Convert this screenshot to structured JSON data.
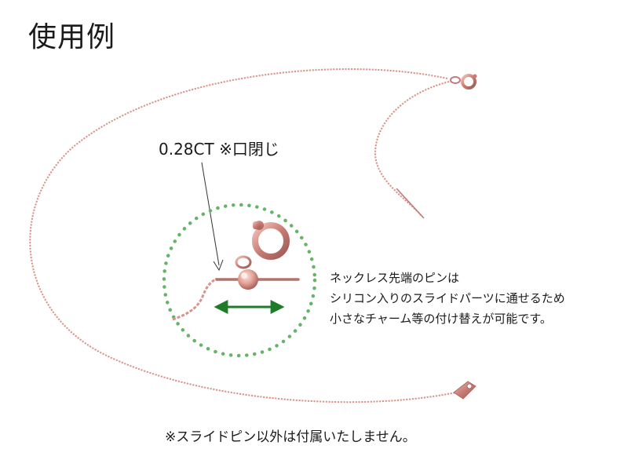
{
  "heading": "使用例",
  "callout": "0.28CT ※口閉じ",
  "description": {
    "line1": "ネックレス先端のピンは",
    "line2": "シリコン入りのスライドパーツに通せるため",
    "line3": "小さなチャーム等の付け替えが可能です。"
  },
  "note": "※スライドピン以外は付属いたしません。",
  "colors": {
    "chain": "#d9938a",
    "chain_dark": "#c9787a",
    "dotted_circle": "#66b36a",
    "arrow": "#1f7a2a",
    "text": "#1a1a1a"
  },
  "icons": [
    "spring-ring-clasp-icon",
    "bead-icon",
    "chain-tag-icon",
    "double-arrow-icon"
  ]
}
